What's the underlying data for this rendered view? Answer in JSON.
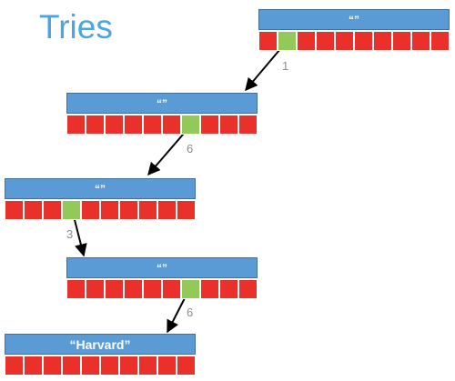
{
  "title": "Tries",
  "nodes": [
    {
      "label": "“”",
      "cells": 10,
      "highlight": 1
    },
    {
      "label": "“”",
      "cells": 10,
      "highlight": 6
    },
    {
      "label": "“”",
      "cells": 10,
      "highlight": 3
    },
    {
      "label": "“”",
      "cells": 10,
      "highlight": 6
    },
    {
      "label": "“Harvard”",
      "cells": 10,
      "highlight": -1
    }
  ],
  "edge_labels": [
    "1",
    "6",
    "3",
    "6"
  ],
  "colors": {
    "title": "#4aa6e0",
    "header": "#5b9bd5",
    "cell": "#e9302a",
    "highlight": "#92c959",
    "edge_label": "#8c8c8c"
  }
}
